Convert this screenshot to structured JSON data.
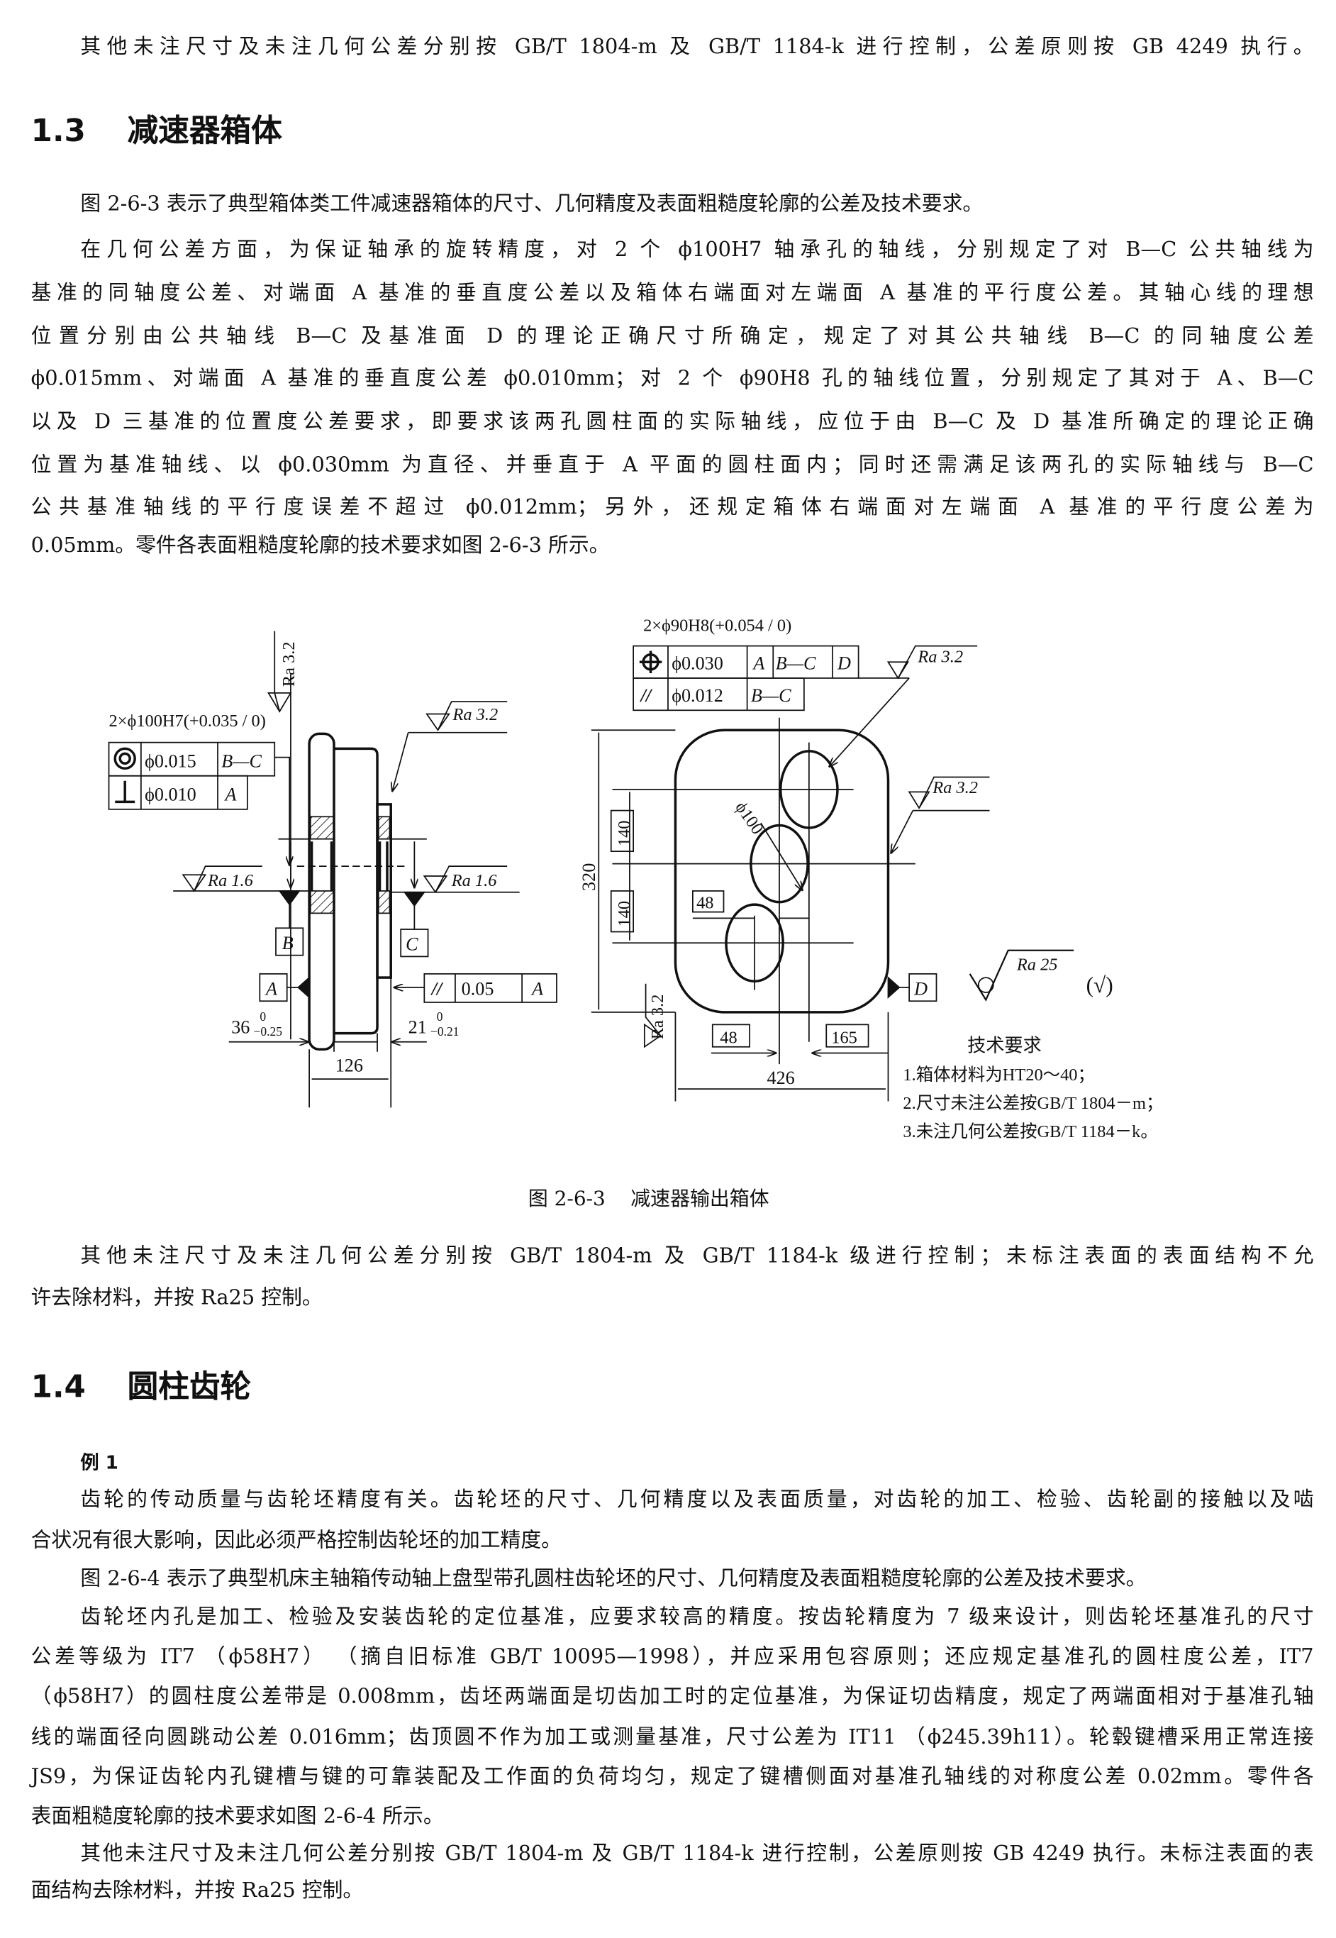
{
  "top_paragraph": "其他未注尺寸及未注几何公差分别按 GB/T 1804-m 及 GB/T 1184-k 进行控制，公差原则按 GB 4249 执行。",
  "section_13": {
    "number": "1.3",
    "title": "减速器箱体"
  },
  "para_13": [
    "图 2-6-3 表示了典型箱体类工件减速器箱体的尺寸、几何精度及表面粗糙度轮廓的公差及技术要求。",
    "在几何公差方面，为保证轴承的旋转精度，对 2 个 ϕ100H7 轴承孔的轴线，分别规定了对 B—C 公共轴线为",
    "基准的同轴度公差、对端面 A 基准的垂直度公差以及箱体右端面对左端面 A 基准的平行度公差。其轴心线的理想",
    "位置分别由公共轴线 B—C 及基准面 D 的理论正确尺寸所确定，规定了对其公共轴线 B—C 的同轴度公差",
    "ϕ0.015mm、对端面 A 基准的垂直度公差 ϕ0.010mm；对 2 个 ϕ90H8 孔的轴线位置，分别规定了其对于 A、B—C",
    "以及 D 三基准的位置度公差要求，即要求该两孔圆柱面的实际轴线，应位于由 B—C 及 D 基准所确定的理论正确",
    "位置为基准轴线、以 ϕ0.030mm 为直径、并垂直于 A 平面的圆柱面内；同时还需满足该两孔的实际轴线与 B—C",
    "公共基准轴线的平行度误差不超过 ϕ0.012mm；另外，还规定箱体右端面对左端面 A 基准的平行度公差为",
    "0.05mm。零件各表面粗糙度轮廓的技术要求如图 2-6-3 所示。"
  ],
  "figure": {
    "left": {
      "bore_note": "2×ϕ100H7(+0.035 / 0)",
      "fcf1": {
        "symbol": "◎",
        "value": "ϕ0.015",
        "datum": "B—C"
      },
      "fcf2": {
        "symbol": "⊥",
        "value": "ϕ0.010",
        "datum": "A"
      },
      "ra_top": "Ra 3.2",
      "ra_right": "Ra 3.2",
      "ra_left_bore": "Ra 1.6",
      "ra_right_bore": "Ra 1.6",
      "datum_b": "B",
      "datum_c": "C",
      "datum_a": "A",
      "fcf_parallel": {
        "symbol": "//",
        "value": "0.05",
        "datum": "A"
      },
      "dim_36": "36",
      "dim_36_tol_upper": "0",
      "dim_36_tol_lower": "−0.25",
      "dim_21": "21",
      "dim_21_tol_upper": "0",
      "dim_21_tol_lower": "−0.21",
      "dim_126": "126"
    },
    "right": {
      "bore_note": "2×ϕ90H8(+0.054 / 0)",
      "fcf1": {
        "symbol": "⌖",
        "value": "ϕ0.030",
        "datum1": "A",
        "datum2": "B—C",
        "datum3": "D"
      },
      "fcf2": {
        "symbol": "//",
        "value": "ϕ0.012",
        "datum": "B—C"
      },
      "ra_top": "Ra 3.2",
      "ra_side": "Ra 3.2",
      "ra_bottom": "Ra 3.2",
      "dia_100": "ϕ100",
      "dim_320": "320",
      "dim_140a": "140",
      "dim_140b": "140",
      "dim_48a": "48",
      "dim_48b": "48",
      "dim_165": "165",
      "dim_426": "426",
      "datum_d": "D",
      "ra_general": "Ra 25",
      "general_paren": "(√)",
      "tech_title": "技术要求",
      "tech_items": [
        "1.箱体材料为HT20～40；",
        "2.尺寸未注公差按GB/T 1804－m；",
        "3.未注几何公差按GB/T 1184－k。"
      ]
    },
    "caption": "图 2-6-3    减速器输出箱体"
  },
  "para_after_fig": [
    "其他未注尺寸及未注几何公差分别按 GB/T 1804-m 及 GB/T 1184-k 级进行控制；未标注表面的表面结构不允",
    "许去除材料，并按 Ra25 控制。"
  ],
  "section_14": {
    "number": "1.4",
    "title": "圆柱齿轮"
  },
  "example_label": "例 1",
  "para_14": [
    "齿轮的传动质量与齿轮坯精度有关。齿轮坯的尺寸、几何精度以及表面质量，对齿轮的加工、检验、齿轮副的接触以及啮",
    "合状况有很大影响，因此必须严格控制齿轮坯的加工精度。",
    "图 2-6-4 表示了典型机床主轴箱传动轴上盘型带孔圆柱齿轮坯的尺寸、几何精度及表面粗糙度轮廓的公差及技术要求。",
    "齿轮坯内孔是加工、检验及安装齿轮的定位基准，应要求较高的精度。按齿轮精度为 7 级来设计，则齿轮坯基准孔的尺寸",
    "公差等级为 IT7 （ϕ58H7）  （摘自旧标准 GB/T 10095—1998），并应采用包容原则；还应规定基准孔的圆柱度公差，IT7",
    "（ϕ58H7）的圆柱度公差带是 0.008mm，齿坯两端面是切齿加工时的定位基准，为保证切齿精度，规定了两端面相对于基准孔轴",
    "线的端面径向圆跳动公差 0.016mm；齿顶圆不作为加工或测量基准，尺寸公差为 IT11 （ϕ245.39h11）。轮毂键槽采用正常连接",
    "JS9，为保证齿轮内孔键槽与键的可靠装配及工作面的负荷均匀，规定了键槽侧面对基准孔轴线的对称度公差 0.02mm。零件各",
    "表面粗糙度轮廓的技术要求如图 2-6-4 所示。",
    "其他未注尺寸及未注几何公差分别按 GB/T 1804-m 及 GB/T 1184-k 进行控制，公差原则按 GB 4249 执行。未标注表面的表",
    "面结构去除材料，并按 Ra25 控制。"
  ]
}
